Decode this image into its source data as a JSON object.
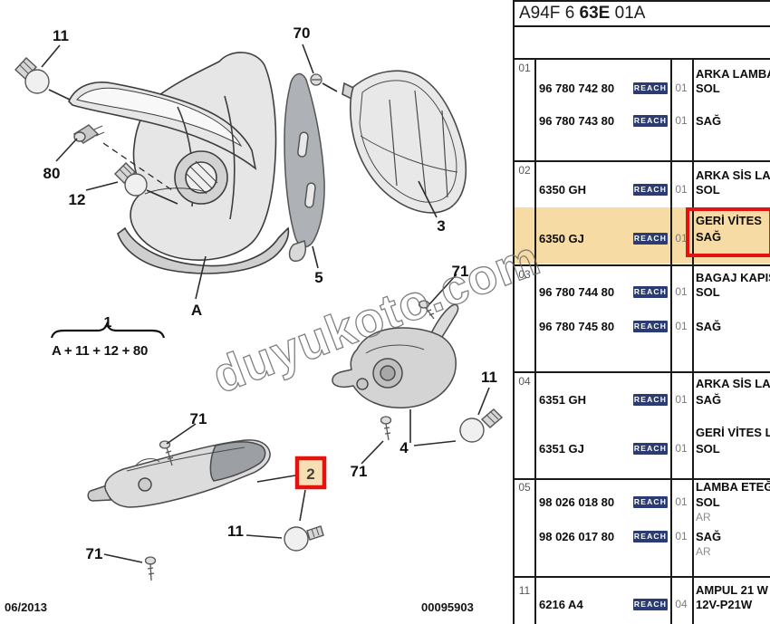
{
  "title": {
    "part1": "A94F 6 ",
    "part2": "63E",
    "part3": " 01A"
  },
  "reach": "REACH",
  "watermark": "duyukoto.com",
  "footer": {
    "date": "06/2013",
    "doc_number": "00095903"
  },
  "colors": {
    "highlight_band": "#F7DBA4",
    "highlight_border": "#E6120F",
    "reach_badge": "#2B3C74"
  },
  "diagram": {
    "labels": {
      "bulb_top": "11",
      "screw_top": "70",
      "socket": "80",
      "bulb_left": "12",
      "lamp_assembly": "A",
      "gasket": "5",
      "inner_lamp": "3",
      "group_number": "1",
      "group_formula": "A + 11 + 12 + 80",
      "screw_a": "71",
      "screw_b": "71",
      "screw_c": "71",
      "screw_d": "71",
      "bulb_right": "11",
      "bulb_bottom": "11",
      "housing": "4",
      "highlighted_part": "2"
    }
  },
  "table": {
    "rows": [
      {
        "ref": "01",
        "head": "ARKA LAMBA",
        "e1": {
          "part": "96 780 742 80",
          "qty": "01",
          "side": "SOL"
        },
        "e2": {
          "part": "96 780 743 80",
          "qty": "01",
          "side": "SAĞ"
        }
      },
      {
        "ref": "02",
        "head": "ARKA SİS LA",
        "e1": {
          "part": "6350 GH",
          "qty": "01",
          "side": "SOL"
        },
        "box": {
          "line1": "GERİ VİTES",
          "line2": "SAĞ"
        },
        "e2": {
          "part": "6350 GJ",
          "qty": "01"
        }
      },
      {
        "ref": "03",
        "head": "BAGAJ KAPIS",
        "e1": {
          "part": "96 780 744 80",
          "qty": "01",
          "side": "SOL"
        },
        "e2": {
          "part": "96 780 745 80",
          "qty": "01",
          "side": "SAĞ"
        }
      },
      {
        "ref": "04",
        "head": "ARKA SİS LA",
        "e1": {
          "part": "6351 GH",
          "qty": "01",
          "side": "SAĞ"
        },
        "mid": "GERİ VİTES L",
        "e2": {
          "part": "6351 GJ",
          "qty": "01",
          "side": "SOL"
        }
      },
      {
        "ref": "05",
        "head": "LAMBA ETEĞ",
        "e1": {
          "part": "98 026 018 80",
          "qty": "01",
          "side": "SOL",
          "sub": "AR"
        },
        "e2": {
          "part": "98 026 017 80",
          "qty": "01",
          "side": "SAĞ",
          "sub": "AR"
        }
      },
      {
        "ref": "11",
        "head": "AMPUL 21 W",
        "e1": {
          "part": "6216 A4",
          "qty": "04",
          "side": "12V-P21W"
        }
      }
    ]
  }
}
